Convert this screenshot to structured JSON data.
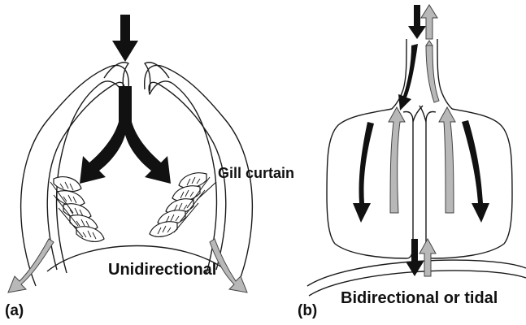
{
  "labels": {
    "gill_curtain": "Gill curtain",
    "unidirectional": "Unidirectional",
    "panel_a": "(a)",
    "panel_b": "(b)",
    "bidirectional": "Bidirectional or tidal"
  },
  "colors": {
    "outline": "#1a1a1a",
    "dark_arrow": "#111111",
    "light_arrow_fill": "#b8b8b8",
    "light_arrow_stroke": "#444444",
    "background": "#ffffff"
  }
}
